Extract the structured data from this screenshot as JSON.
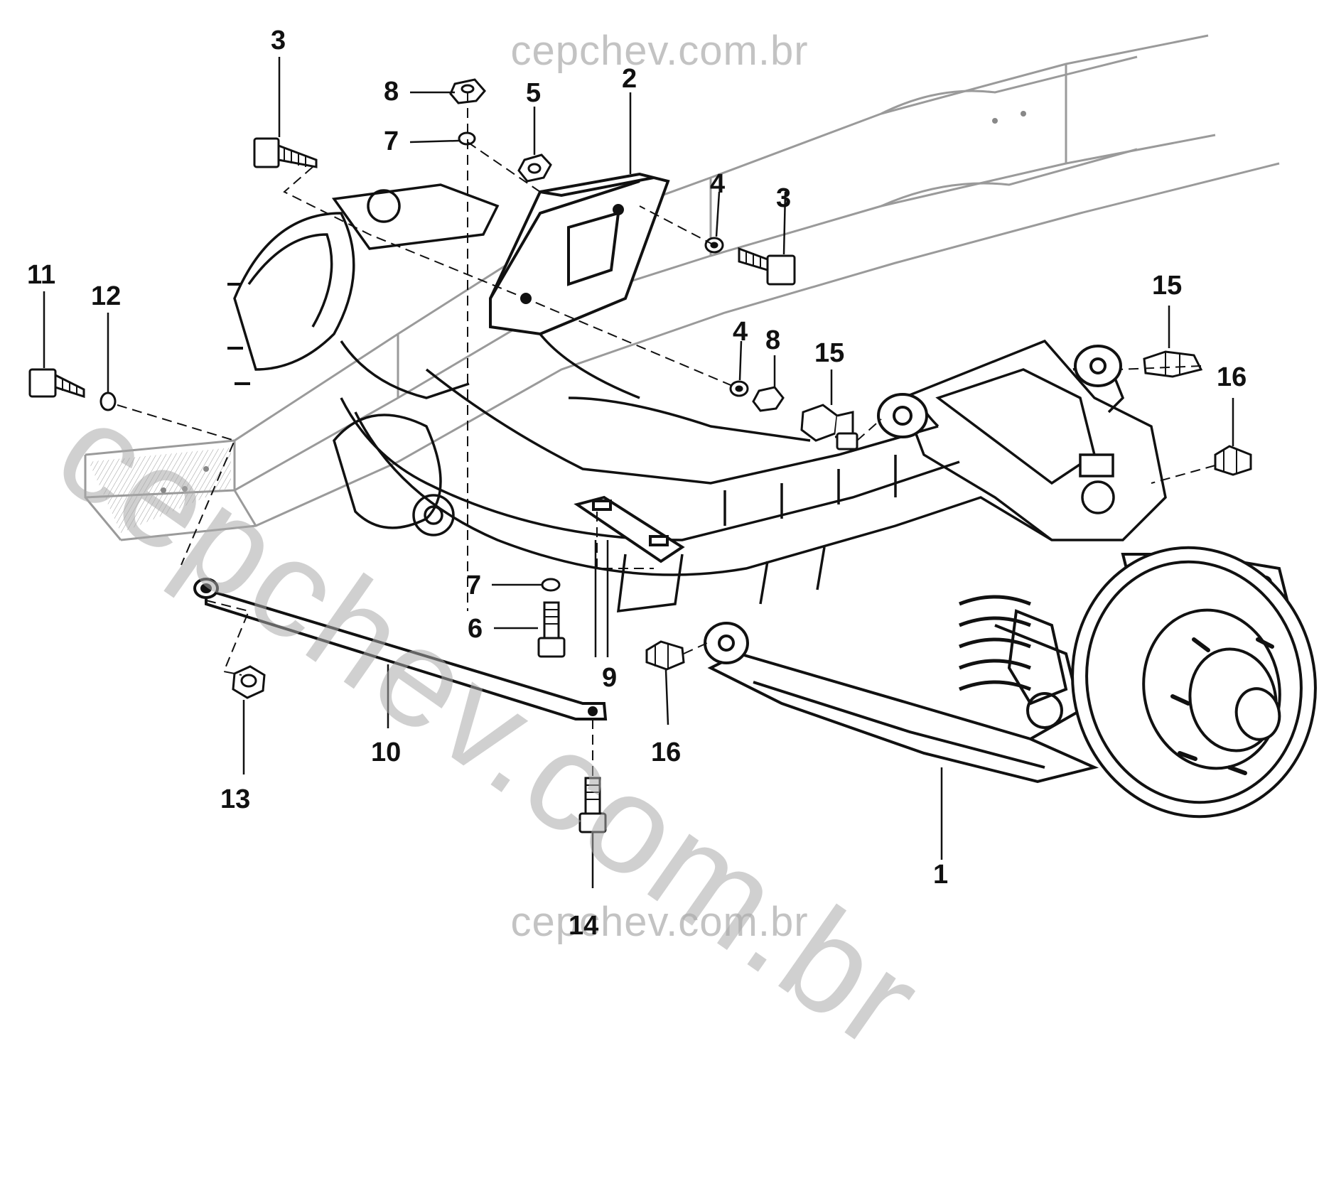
{
  "watermark": {
    "text": "cepchev.com.br"
  },
  "callouts": [
    {
      "id": "c1",
      "label": "1"
    },
    {
      "id": "c2",
      "label": "2"
    },
    {
      "id": "c3a",
      "label": "3"
    },
    {
      "id": "c3b",
      "label": "3"
    },
    {
      "id": "c4a",
      "label": "4"
    },
    {
      "id": "c4b",
      "label": "4"
    },
    {
      "id": "c5",
      "label": "5"
    },
    {
      "id": "c6",
      "label": "6"
    },
    {
      "id": "c7a",
      "label": "7"
    },
    {
      "id": "c7b",
      "label": "7"
    },
    {
      "id": "c8a",
      "label": "8"
    },
    {
      "id": "c8b",
      "label": "8"
    },
    {
      "id": "c9",
      "label": "9"
    },
    {
      "id": "c10",
      "label": "10"
    },
    {
      "id": "c11",
      "label": "11"
    },
    {
      "id": "c12",
      "label": "12"
    },
    {
      "id": "c13",
      "label": "13"
    },
    {
      "id": "c14",
      "label": "14"
    },
    {
      "id": "c15a",
      "label": "15"
    },
    {
      "id": "c15b",
      "label": "15"
    },
    {
      "id": "c16a",
      "label": "16"
    },
    {
      "id": "c16b",
      "label": "16"
    }
  ]
}
